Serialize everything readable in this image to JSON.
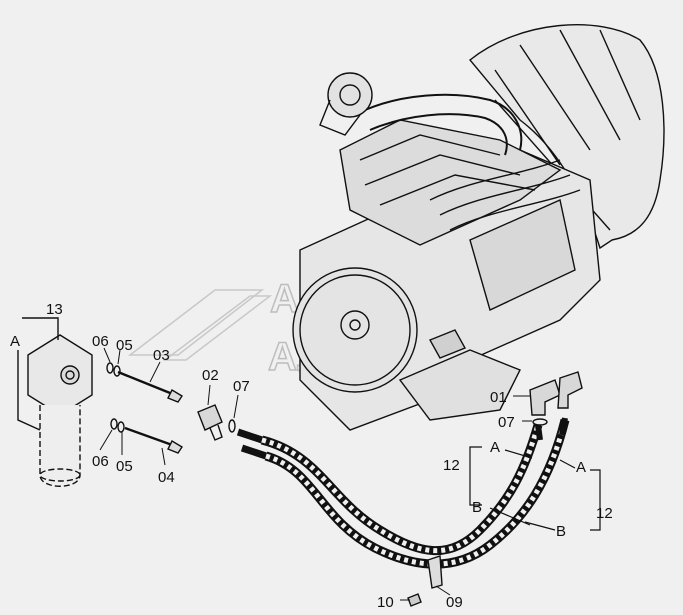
{
  "labels": {
    "p13": "13",
    "pA_left": "A",
    "p06_top": "06",
    "p05_top": "05",
    "p03": "03",
    "p02": "02",
    "p07_left": "07",
    "p06_bot": "06",
    "p05_bot": "05",
    "p04": "04",
    "p01": "01",
    "p07_right": "07",
    "p12_left": "12",
    "pA_mid": "A",
    "pB_left": "B",
    "pA_right": "A",
    "pB_right": "B",
    "p12_right": "12",
    "p10": "10",
    "p09": "09"
  },
  "watermark": {
    "line1": "АВТО",
    "line2": "АЛЬЯНС"
  },
  "colors": {
    "ink": "#111111",
    "background": "#f0f0f0",
    "watermark": "#bdbdbd"
  }
}
